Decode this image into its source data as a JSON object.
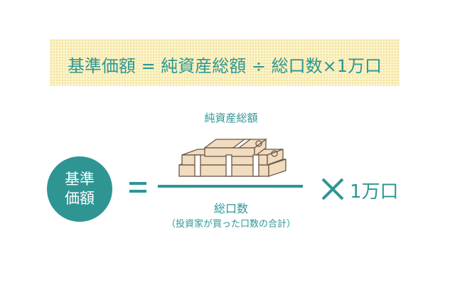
{
  "banner": {
    "formula": "基準価額 = 純資産総額 ÷ 総口数×1万口"
  },
  "diagram": {
    "lhs": [
      "基準",
      "価額"
    ],
    "numerator": "純資産総額",
    "denominator": "総口数",
    "denominator_note": "（投資家が買った口数の合計）",
    "multiplier": "1万口",
    "icons": {
      "money": "money-stack-icon",
      "times": "times-icon",
      "equals": "equals-icon"
    },
    "colors": {
      "teal": "#2e9593",
      "banner": "#fbf3c8",
      "money": "#f1dcc0"
    }
  }
}
